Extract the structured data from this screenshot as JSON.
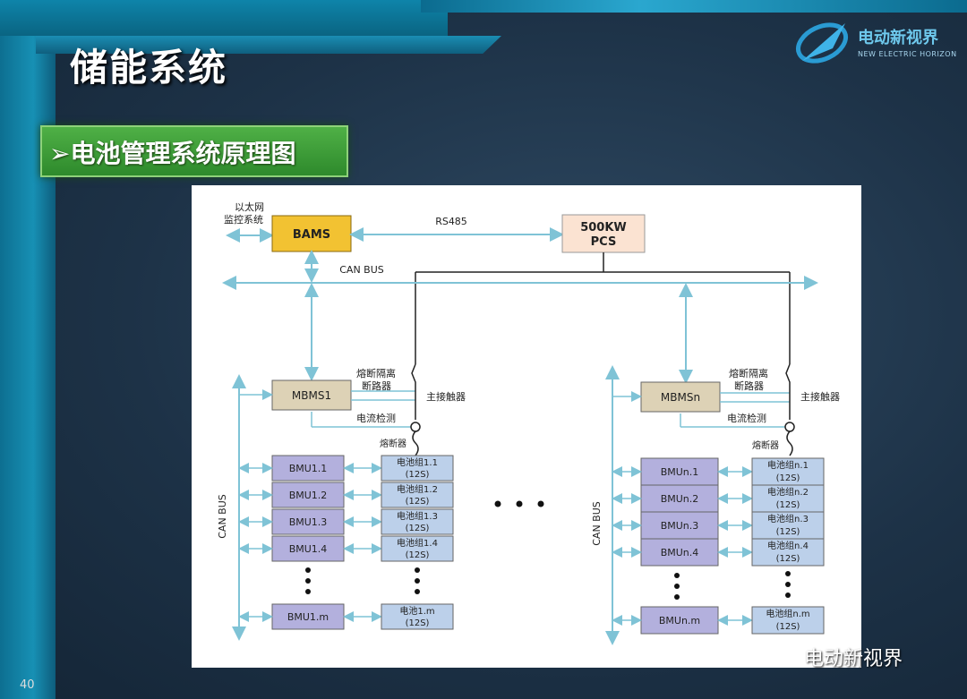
{
  "slide": {
    "title": "储能系统",
    "subtitle": "➢电池管理系统原理图",
    "page_number": "40"
  },
  "logo": {
    "name_cn": "电动新视界",
    "name_en": "NEW ELECTRIC HORIZON"
  },
  "watermark": {
    "text": "电动新视界",
    "icon": "wechat-icon"
  },
  "diagram": {
    "ethernet_label_line1": "以太网",
    "ethernet_label_line2": "监控系统",
    "bams": "BAMS",
    "rs485": "RS485",
    "pcs_line1": "500KW",
    "pcs_line2": "PCS",
    "can_bus_top": "CAN BUS",
    "can_bus_vertical": "CAN BUS",
    "left": {
      "mbms": "MBMS1",
      "fuse_isolator_line1": "熔断隔离",
      "fuse_isolator_line2": "断路器",
      "main_contactor": "主接触器",
      "current_detect": "电流检测",
      "fuse": "熔断器",
      "bmus": [
        "BMU1.1",
        "BMU1.2",
        "BMU1.3",
        "BMU1.4"
      ],
      "bmu_last": "BMU1.m",
      "packs": [
        "电池组1.1",
        "电池组1.2",
        "电池组1.3",
        "电池组1.4"
      ],
      "pack_last": "电池1.m",
      "pack_cells": "(12S)"
    },
    "right": {
      "mbms": "MBMSn",
      "fuse_isolator_line1": "熔断隔离",
      "fuse_isolator_line2": "断路器",
      "main_contactor": "主接触器",
      "current_detect": "电流检测",
      "fuse": "熔断器",
      "bmus": [
        "BMUn.1",
        "BMUn.2",
        "BMUn.3",
        "BMUn.4"
      ],
      "bmu_last": "BMUn.m",
      "packs": [
        "电池组n.1",
        "电池组n.2",
        "电池组n.3",
        "电池组n.4"
      ],
      "pack_last": "电池组n.m",
      "pack_cells": "(12S)"
    },
    "colors": {
      "bams_fill": "#f2c232",
      "pcs_fill": "#fbe3d2",
      "mbms_fill": "#ddd2b6",
      "bmu_fill": "#b3b0dd",
      "pack_fill": "#bcd0ea",
      "bus_line": "#7fc3d6"
    }
  }
}
